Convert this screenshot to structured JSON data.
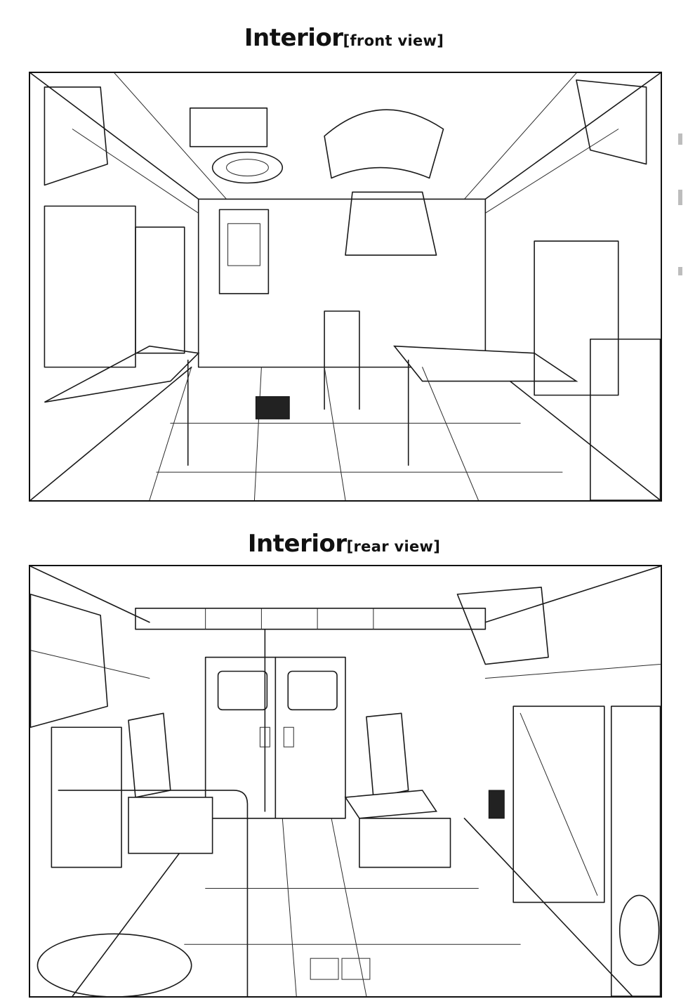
{
  "sections": [
    {
      "title_main": "Interior",
      "title_sub": "[front view]"
    },
    {
      "title_main": "Interior",
      "title_sub": "[rear view]"
    }
  ]
}
